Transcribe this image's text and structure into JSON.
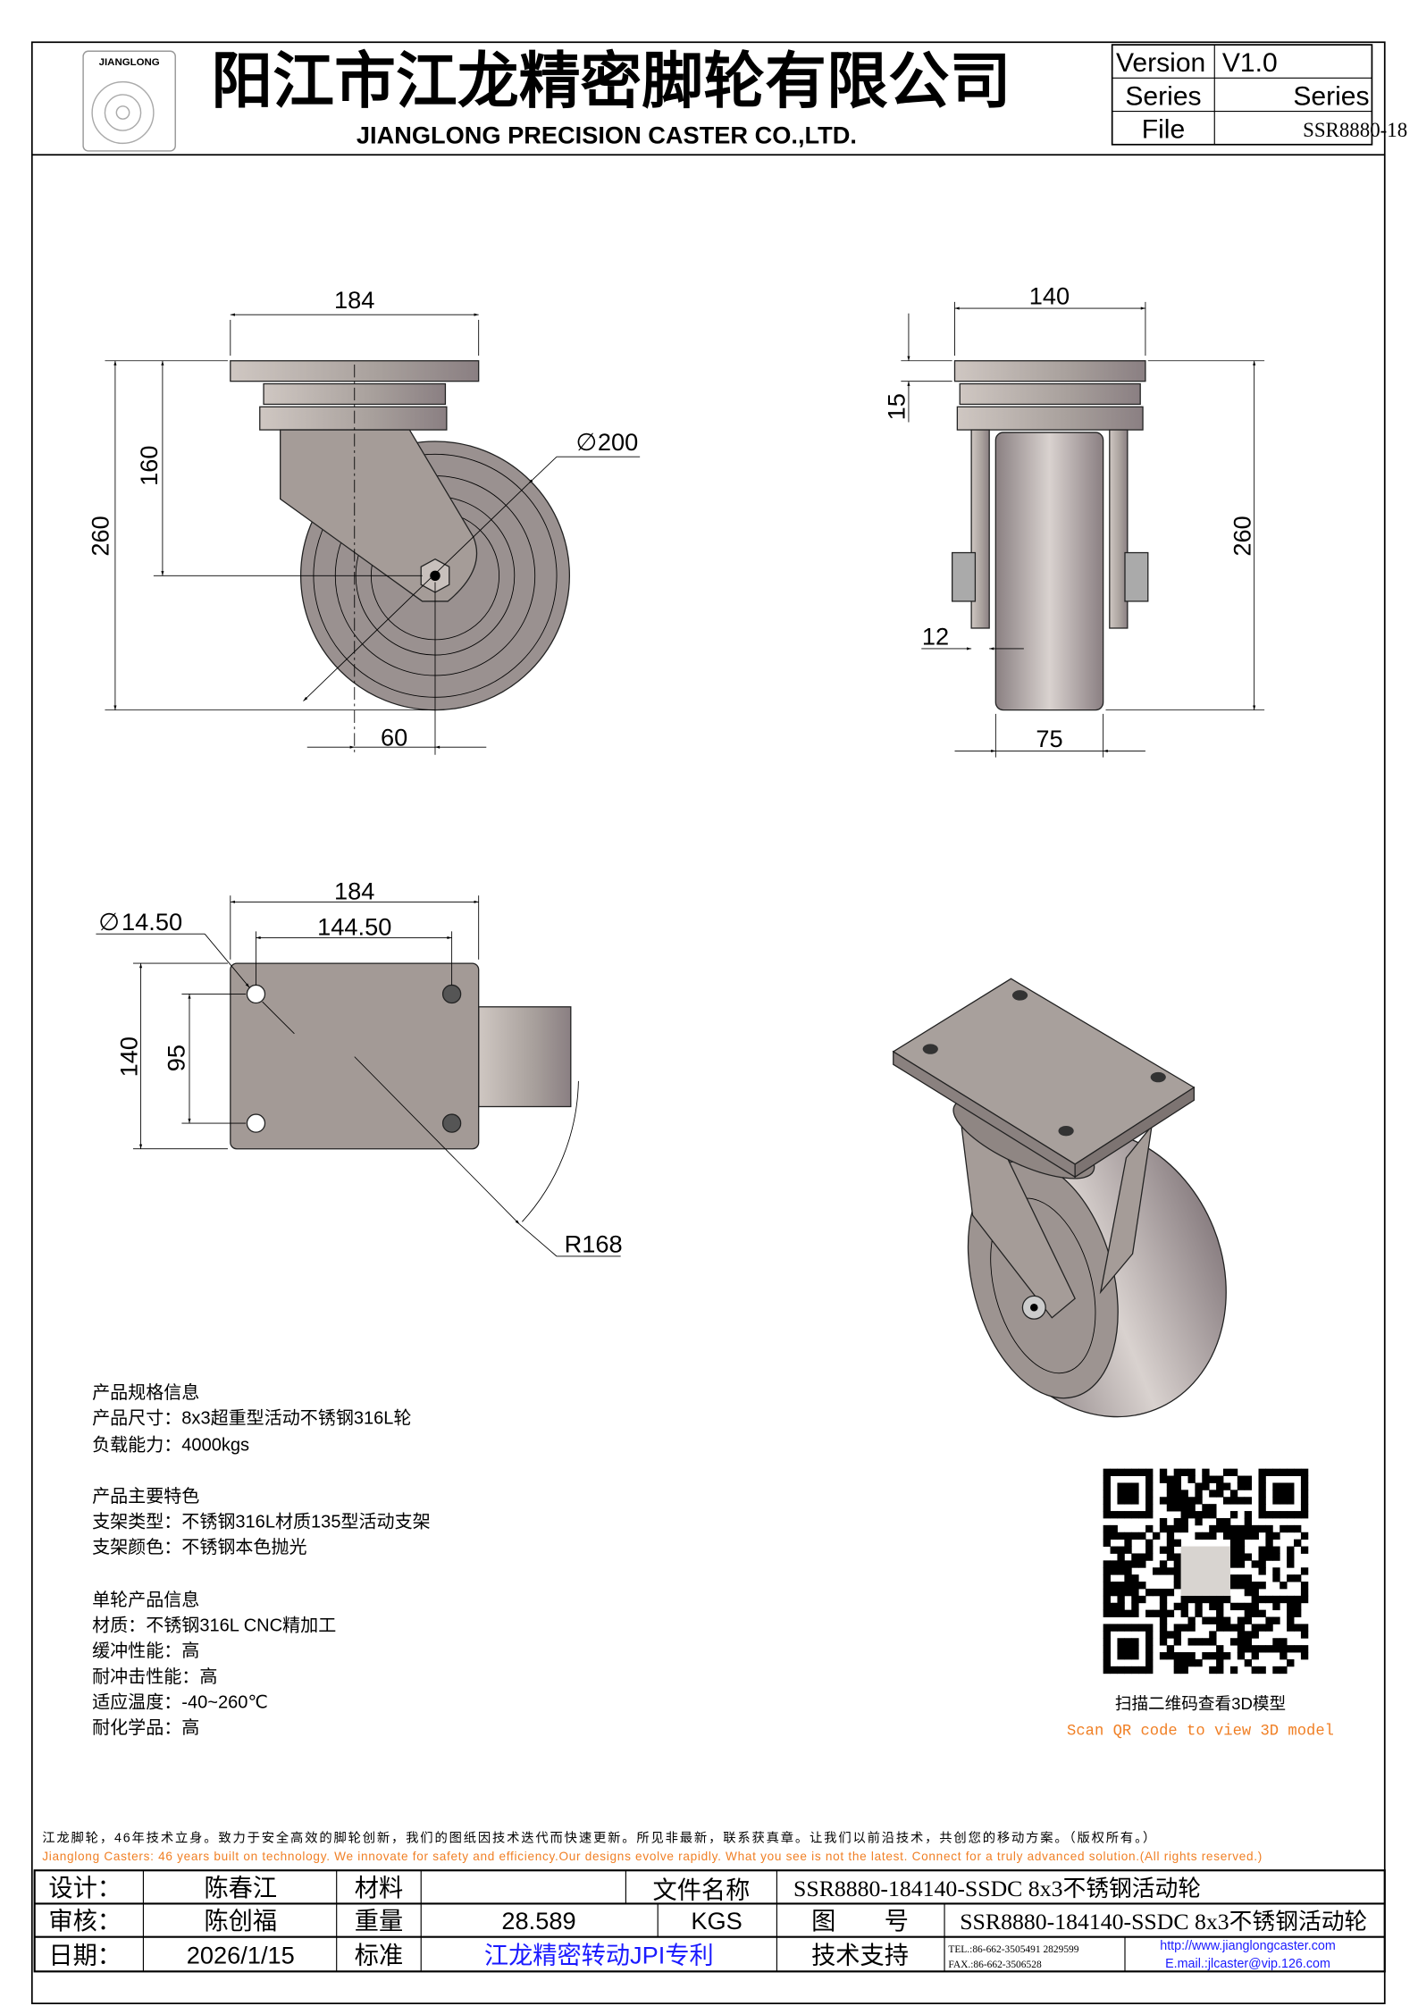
{
  "header": {
    "logo_text": "JIANGLONG",
    "company_cn": "阳江市江龙精密脚轮有限公司",
    "company_en": "JIANGLONG PRECISION CASTER CO.,LTD.",
    "info": [
      {
        "label": "Version",
        "value": "V1.0"
      },
      {
        "label": "Series",
        "value": "Series"
      },
      {
        "label": "File",
        "value": "SSR8880-18"
      }
    ]
  },
  "dimensions": {
    "front": {
      "width": "184",
      "height_total": "260",
      "height_axle": "160",
      "wheel_dia": "200",
      "offset": "60"
    },
    "side": {
      "width": "140",
      "plate": "15",
      "height_total": "260",
      "axle": "12",
      "wheel_width": "75"
    },
    "top": {
      "width": "184",
      "hole_spacing_x": "144.50",
      "hole_dia": "14.50",
      "depth": "140",
      "hole_spacing_y": "95",
      "swivel_radius": "R168"
    },
    "dia_symbol": "∅"
  },
  "specs": [
    {
      "heading": "产品规格信息",
      "lines": [
        "产品尺寸：8x3超重型活动不锈钢316L轮",
        "负载能力：4000kgs"
      ]
    },
    {
      "heading": "产品主要特色",
      "lines": [
        "支架类型：不锈钢316L材质135型活动支架",
        "支架颜色：不锈钢本色抛光"
      ]
    },
    {
      "heading": "单轮产品信息",
      "lines": [
        "材质：不锈钢316L CNC精加工",
        "缓冲性能：高",
        "耐冲击性能：高",
        "适应温度：-40~260℃",
        "耐化学品：高"
      ]
    }
  ],
  "qr": {
    "caption_cn": "扫描二维码查看3D模型",
    "caption_en": "Scan QR code to view 3D model"
  },
  "notes": {
    "cn": "江龙脚轮，46年技术立身。致力于安全高效的脚轮创新，我们的图纸因技术迭代而快速更新。所见非最新，联系获真章。让我们以前沿技术，共创您的移动方案。（版权所有。）",
    "en": "Jianglong Casters: 46 years built on technology. We innovate for safety and efficiency.Our designs evolve rapidly. What you see is not the latest. Connect for a truly advanced solution.(All rights reserved.)"
  },
  "title_block": {
    "design_label": "设计：",
    "designer": "陈春江",
    "material_label": "材料",
    "material": "",
    "filename_label": "文件名称",
    "filename": "SSR8880-184140-SSDC 8x3不锈钢活动轮",
    "review_label": "审核：",
    "reviewer": "陈创福",
    "weight_label": "重量",
    "weight": "28.589",
    "weight_unit": "KGS",
    "drawing_no_label": "图　　号",
    "drawing_no": "SSR8880-184140-SSDC 8x3不锈钢活动轮",
    "date_label": "日期：",
    "date": "2026/1/15",
    "standard_label": "标准",
    "standard": "江龙精密转动JPI专利",
    "support_label": "技术支持",
    "tel": "TEL.:86-662-3505491 2829599",
    "fax": "FAX.:86-662-3506528",
    "website": "http://www.jianglongcaster.com",
    "email": "E.mail.:jlcaster@vip.126.com"
  },
  "colors": {
    "orange": "#f07f24",
    "blue": "#1a1aff",
    "metal": "#a39a96"
  }
}
